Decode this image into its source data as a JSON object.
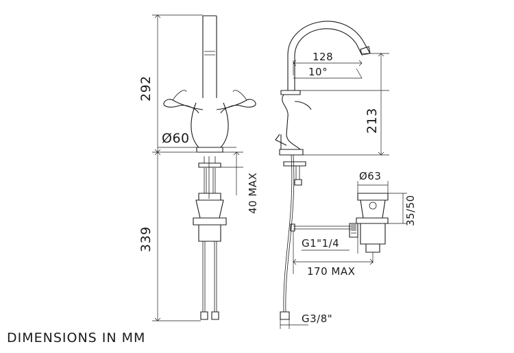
{
  "drawing": {
    "title": "DIMENSIONS IN MM",
    "dimensions": {
      "height_above_deck": "292",
      "height_below_deck": "339",
      "base_diameter": "Ø60",
      "deck_thickness_max": "40 MAX",
      "spout_reach": "128",
      "spout_angle": "10°",
      "spout_height": "213",
      "waste_diameter": "Ø63",
      "waste_height": "35/50",
      "waste_thread": "G1\"1/4",
      "waste_rod_max": "170 MAX",
      "supply_thread": "G3/8\""
    }
  }
}
